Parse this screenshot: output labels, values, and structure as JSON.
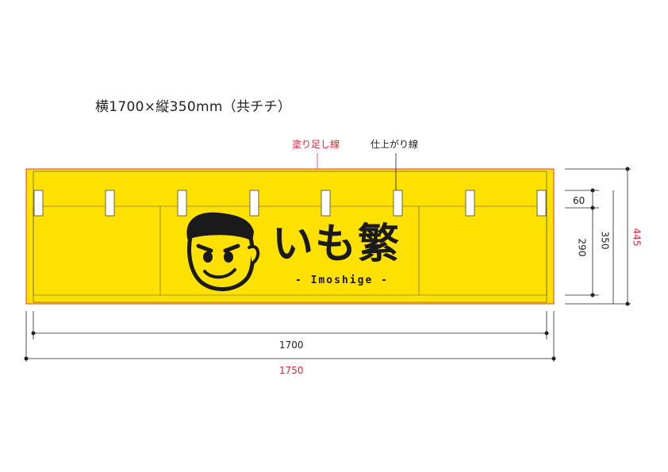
{
  "title": "横1700×縦350mm（共チチ）",
  "callouts": {
    "bleed_line": "塗り足し線",
    "finish_line": "仕上がり線"
  },
  "logo": {
    "text": "いも繁",
    "subtitle": "- Imoshige -"
  },
  "dimensions": {
    "finish_width": "1700",
    "bleed_width": "1750",
    "loop_height": "60",
    "panel_height": "290",
    "finish_height": "350",
    "bleed_height": "445"
  },
  "colors": {
    "banner_yellow": "#ffe100",
    "bleed_red": "#e8354a",
    "ink": "#1a1a1a"
  }
}
